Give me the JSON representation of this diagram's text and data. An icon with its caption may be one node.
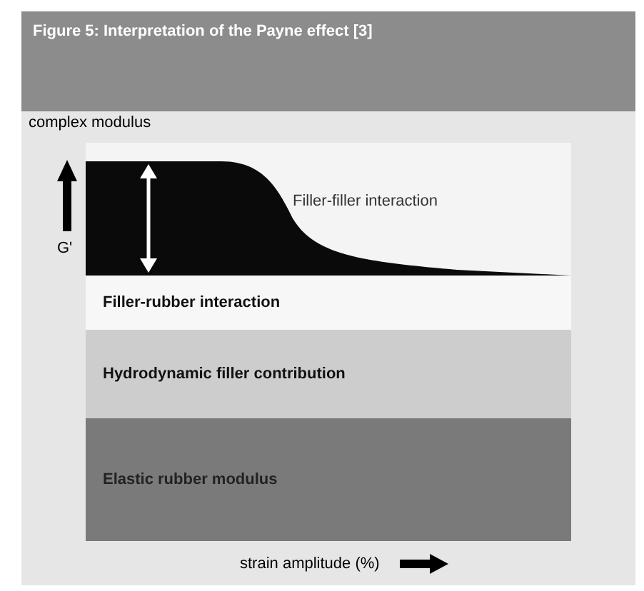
{
  "diagram": {
    "title": "Figure 5: Interpretation of the Payne effect [3]",
    "nodes": [
      {
        "text": [
          "Filler-rubber interaction"
        ]
      },
      {
        "text": [
          "Hydrodynamic filler contribution"
        ]
      },
      {
        "text": [
          "Elastic rubber modulus"
        ]
      }
    ],
    "labels": [
      "complex modulus",
      "G'",
      "Filler-filler interaction",
      "strain amplitude (%)"
    ]
  }
}
